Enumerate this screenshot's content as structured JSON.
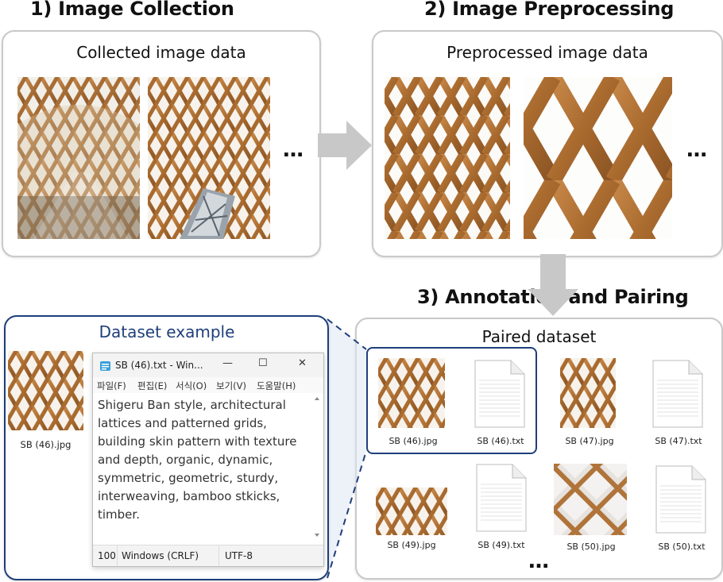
{
  "steps": {
    "collection": {
      "title": "1) Image Collection",
      "panel_label": "Collected image data",
      "ellipsis": "…"
    },
    "preprocessing": {
      "title": "2) Image Preprocessing",
      "panel_label": "Preprocessed image data",
      "ellipsis": "…"
    },
    "annotation": {
      "title": "3) Annotation and Pairing",
      "panel_label": "Paired dataset",
      "ellipsis": "…",
      "files": [
        {
          "name": "SB (46).jpg",
          "kind": "image"
        },
        {
          "name": "SB (46).txt",
          "kind": "text"
        },
        {
          "name": "SB (47).jpg",
          "kind": "image"
        },
        {
          "name": "SB (47).txt",
          "kind": "text"
        },
        {
          "name": "SB (49).jpg",
          "kind": "image"
        },
        {
          "name": "SB (49).txt",
          "kind": "text"
        },
        {
          "name": "SB (50).jpg",
          "kind": "image"
        },
        {
          "name": "SB (50).txt",
          "kind": "text"
        }
      ]
    }
  },
  "dataset_example": {
    "label": "Dataset example",
    "image_caption": "SB (46).jpg",
    "notepad": {
      "title": "SB (46).txt - Win...",
      "menu": [
        "파일(F)",
        "편집(E)",
        "서식(O)",
        "보기(V)",
        "도움말(H)"
      ],
      "controls": {
        "minimize": "—",
        "maximize": "☐",
        "close": "✕"
      },
      "text": "Shigeru Ban style, architectural lattices and patterned grids, building skin pattern with texture and depth, organic, dynamic, symmetric, geometric, sturdy, interweaving, bamboo stkicks, timber.",
      "status": {
        "zoom": "100",
        "line_ending": "Windows (CRLF)",
        "encoding": "UTF-8"
      }
    }
  },
  "colors": {
    "highlight_border": "#1f3f7a",
    "dataset_label": "#1f3f7a",
    "arrow": "#c8c8c8",
    "panel_border": "#c9c9c9",
    "timber": "#b07538"
  }
}
